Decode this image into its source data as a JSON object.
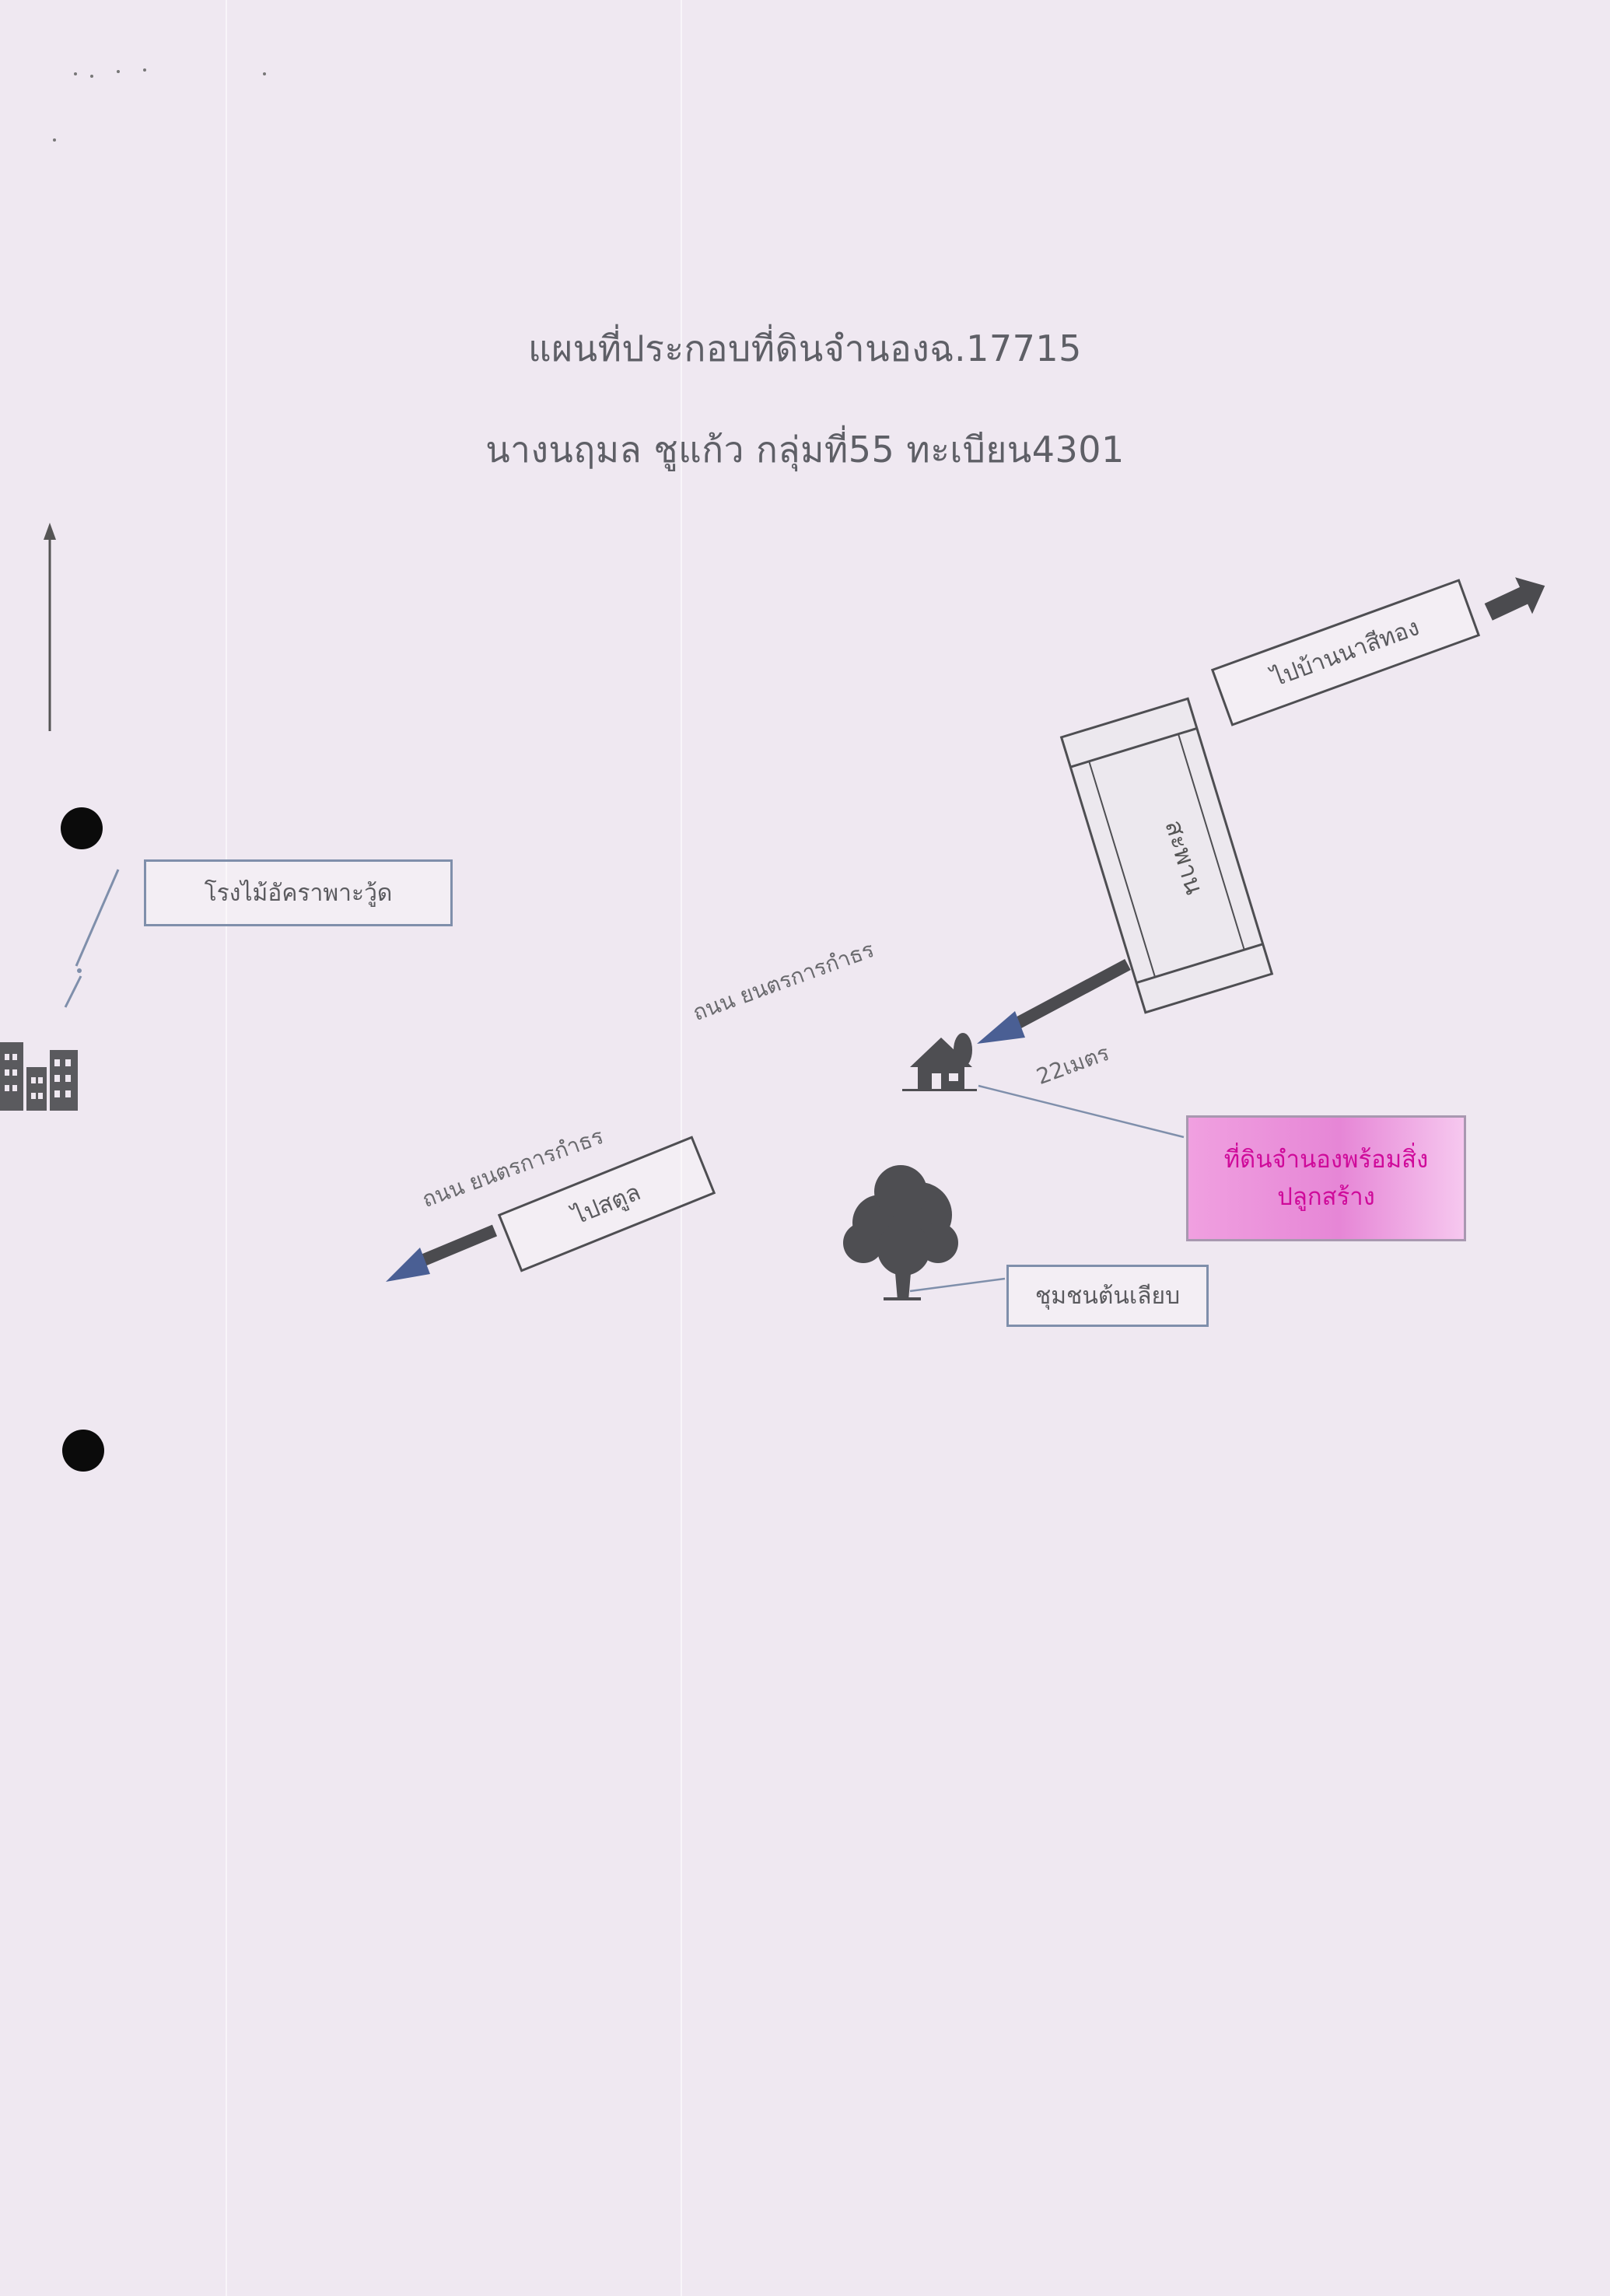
{
  "document": {
    "title_line1": "แผนที่ประกอบที่ดินจำนองฉ.17715",
    "title_line2": "นางนฤมล  ชูแก้ว กลุ่มที่55 ทะเบียน4301"
  },
  "map": {
    "lumber_yard_label": "โรงไม้อัคราพาะวู้ด",
    "to_ban_na_si_thong_label": "ไปบ้านนาสีทอง",
    "bridge_label": "สะพาน",
    "road_label_upper": "ถนน ยนตรการกำธร",
    "road_label_lower": "ถนน ยนตรการกำธร",
    "distance_label": "22เมตร",
    "to_satun_label": "ไปสตูล",
    "mortgage_land_line1": "ที่ดินจำนองพร้อมสิ่ง",
    "mortgage_land_line2": "ปลูกสร้าง",
    "tree_label": "ชุมชนต้นเลียบ"
  },
  "colors": {
    "paper": "#efe8f1",
    "highlight_pink": "#e686d6",
    "highlight_text": "#cf0a9a",
    "arrow_fill": "#4b4b4f"
  }
}
